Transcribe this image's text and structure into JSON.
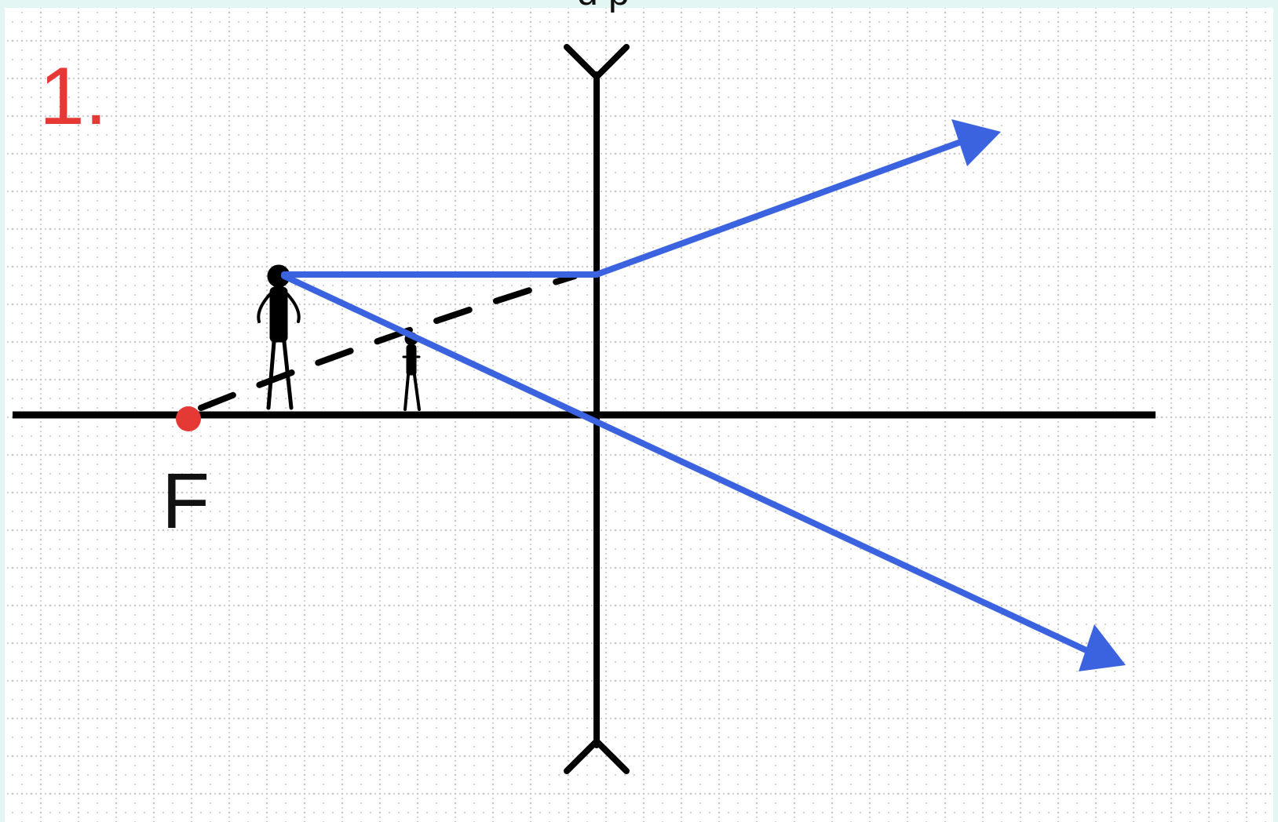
{
  "figure": {
    "number_label": "1.",
    "focus_label": "F",
    "top_partial_text": "ɑ р"
  },
  "colors": {
    "background_outer": "#e3f6f3",
    "paper": "#ffffff",
    "grid_dots": "#bdbdbd",
    "axis": "#000000",
    "ray": "#3b63e0",
    "number_label": "#e53935",
    "focus_point": "#e53935"
  },
  "elements": {
    "lens": "diverging-lens",
    "object": "stick-figure-object",
    "image": "stick-figure-image",
    "rays": [
      "parallel-ray",
      "central-ray"
    ],
    "construction": [
      "dashed-extension-line"
    ]
  }
}
